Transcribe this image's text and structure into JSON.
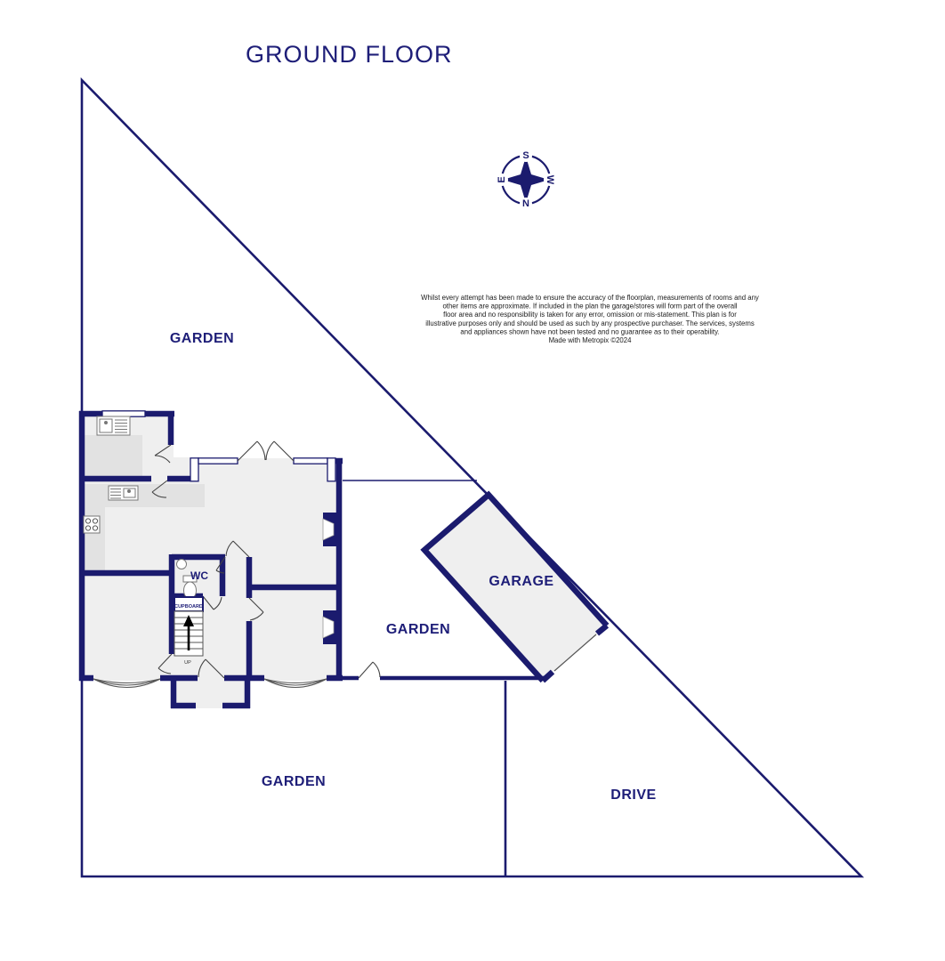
{
  "title": "GROUND FLOOR",
  "compass": {
    "top": "S",
    "bottom": "N",
    "left": "E",
    "right": "W"
  },
  "disclaimer": {
    "lines": [
      "Whilst every attempt has been made to ensure the accuracy of the floorplan, measurements of rooms and any",
      "other items are approximate. If included in the plan the garage/stores will form part of the overall",
      "floor area and no responsibility is taken for any error, omission or mis-statement. This plan is for",
      "illustrative purposes only and should be used as such by any prospective purchaser. The services, systems",
      "and appliances shown have not been tested and no guarantee as to their operability.",
      "Made with Metropix ©2024"
    ]
  },
  "labels": {
    "garden_upper": "GARDEN",
    "garden_middle": "GARDEN",
    "garden_lower": "GARDEN",
    "drive": "DRIVE",
    "garage": "GARAGE",
    "wc": "WC",
    "cupboard": "CUPBOARD",
    "stairs_up": "UP"
  },
  "colors": {
    "wall": "#1b1b6e",
    "text": "#1e1e78",
    "room_fill": "#efefef",
    "counter_fill": "#e2e2e2",
    "disclaimer_text": "#1b1b1b"
  }
}
